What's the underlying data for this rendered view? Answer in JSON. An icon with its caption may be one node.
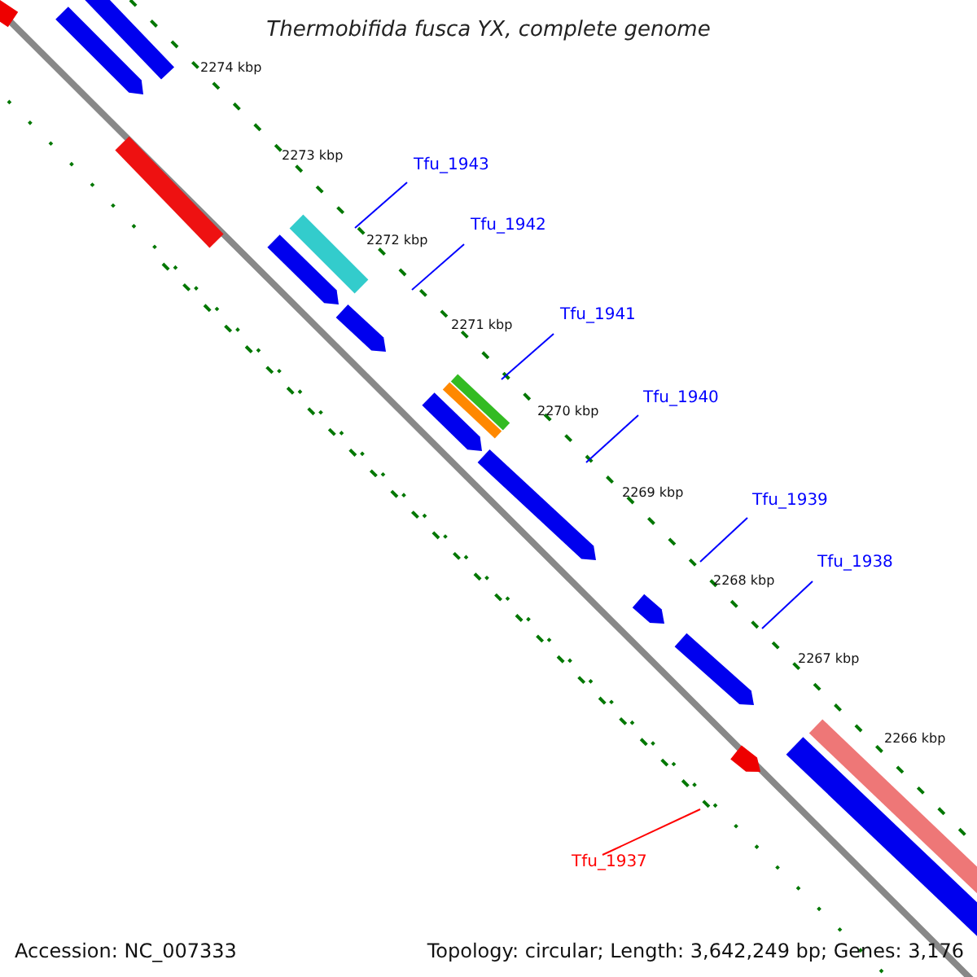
{
  "diagram": {
    "title": "Thermobifida fusca YX, complete genome",
    "nodes": [
      {
        "text": [
          "Tfu_1943"
        ]
      },
      {
        "text": [
          "Tfu_1942"
        ]
      },
      {
        "text": [
          "Tfu_1941"
        ]
      },
      {
        "text": [
          "Tfu_1940"
        ]
      },
      {
        "text": [
          "Tfu_1939"
        ]
      },
      {
        "text": [
          "Tfu_1938"
        ]
      },
      {
        "text": [
          "Tfu_1937"
        ]
      }
    ],
    "edges": [
      {
        "from": 0,
        "to": null,
        "arrow": "none"
      },
      {
        "from": 1,
        "to": null,
        "arrow": "none"
      },
      {
        "from": 2,
        "to": null,
        "arrow": "none"
      },
      {
        "from": 3,
        "to": null,
        "arrow": "none"
      },
      {
        "from": 4,
        "to": null,
        "arrow": "none"
      },
      {
        "from": 5,
        "to": null,
        "arrow": "none"
      },
      {
        "from": 6,
        "to": null,
        "arrow": "none",
        "color": "#ff0000"
      }
    ],
    "labels": [
      "2274 kbp",
      "2273 kbp",
      "2272 kbp",
      "2271 kbp",
      "2270 kbp",
      "2269 kbp",
      "2268 kbp",
      "2267 kbp",
      "2266 kbp",
      "Accession: NC_007333",
      "Topology: circular; Length: 3,642,249 bp; Genes: 3,176"
    ]
  }
}
